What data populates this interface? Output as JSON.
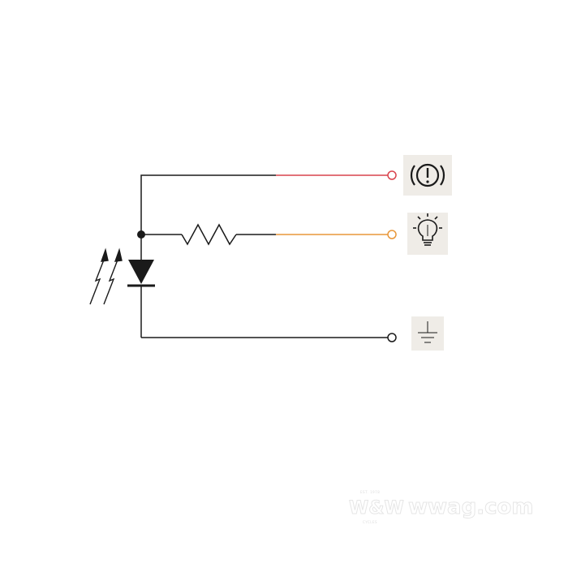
{
  "diagram": {
    "wires": {
      "top": {
        "color_near": "#1a1a1a",
        "color_far": "#d9434d"
      },
      "middle": {
        "color_near": "#1a1a1a",
        "color_far": "#e8973a"
      },
      "bottom": {
        "color": "#1a1a1a"
      }
    },
    "terminals": [
      {
        "name": "warning",
        "icon": "brake-warning-icon",
        "wire_color": "#d9434d"
      },
      {
        "name": "lamp",
        "icon": "light-bulb-icon",
        "wire_color": "#e8973a"
      },
      {
        "name": "ground",
        "icon": "ground-icon",
        "wire_color": "#1a1a1a"
      }
    ],
    "components": [
      "photodiode",
      "resistor"
    ]
  },
  "watermark": {
    "brand": "W&W",
    "domain": "wwag.com",
    "est": "EST. 1978",
    "sub": "CYCLES"
  }
}
